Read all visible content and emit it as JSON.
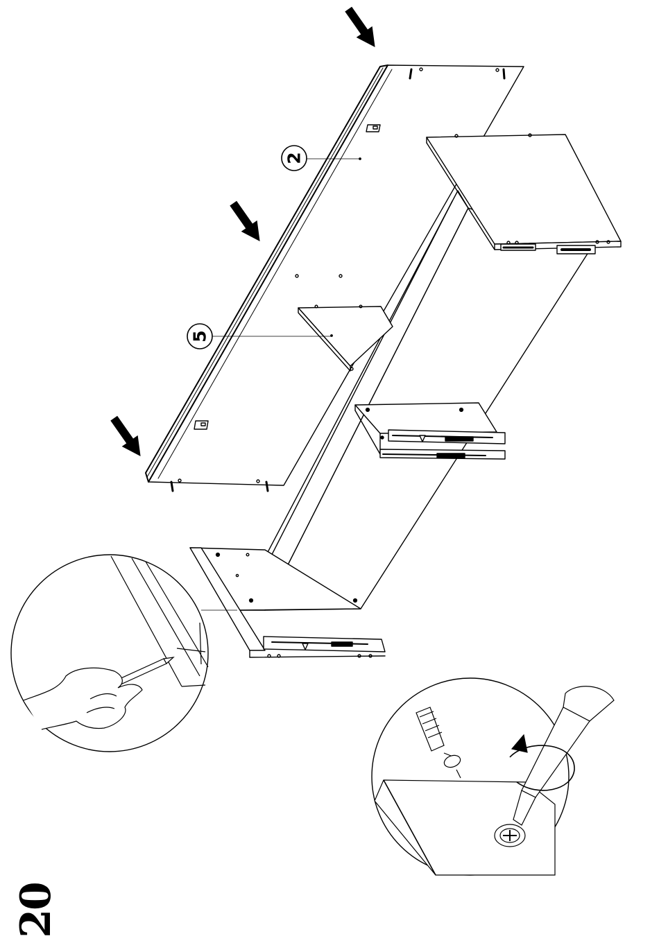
{
  "step_number": "20",
  "callouts": [
    {
      "label": "2",
      "part": "panel-2"
    },
    {
      "label": "5",
      "part": "panel-5"
    }
  ],
  "press_arrows": 3,
  "detail_views": [
    "pencil-marking-detail",
    "screwdriver-fastening-detail"
  ],
  "colors": {
    "ink": "#000000",
    "paper": "#ffffff",
    "shade": "#cfcfcf"
  }
}
